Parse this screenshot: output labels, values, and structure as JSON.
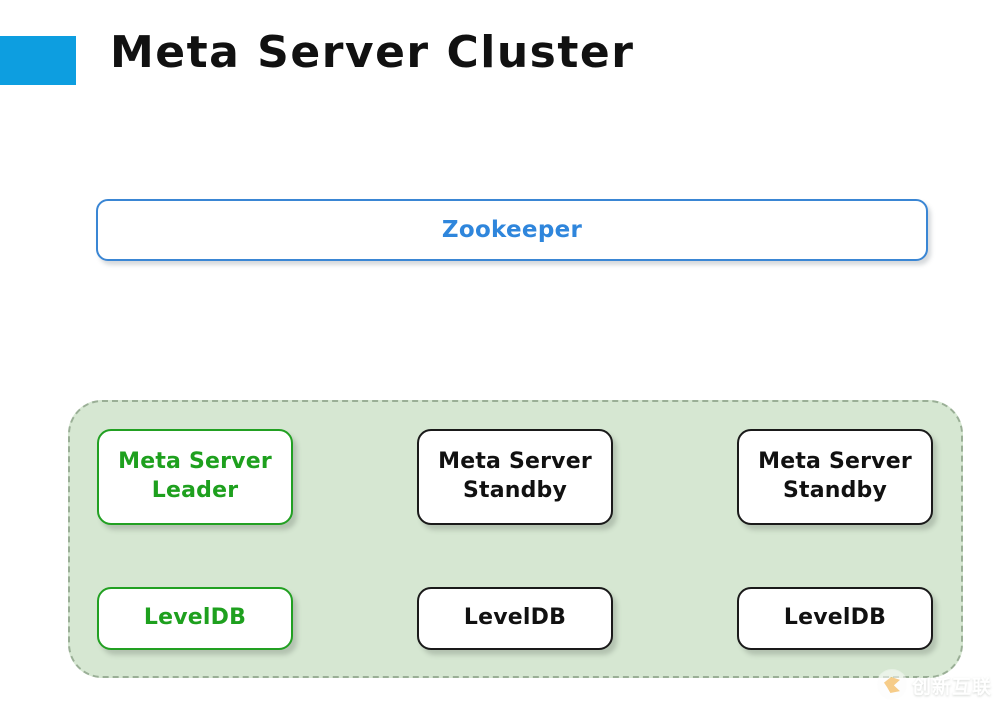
{
  "header": {
    "title": "Meta Server Cluster",
    "accent_color": "#0d9ee0"
  },
  "zookeeper": {
    "label": "Zookeeper",
    "border_color": "#3a86d4",
    "text_color": "#2f86dc"
  },
  "cluster": {
    "fill_color": "#d6e7d2",
    "dash_color": "#9aaf96",
    "leader_color": "#1ea01e",
    "standby_color": "#111111",
    "columns": [
      {
        "server_label": "Meta Server\nLeader",
        "db_label": "LevelDB",
        "role": "leader"
      },
      {
        "server_label": "Meta Server\nStandby",
        "db_label": "LevelDB",
        "role": "standby"
      },
      {
        "server_label": "Meta Server\nStandby",
        "db_label": "LevelDB",
        "role": "standby"
      }
    ]
  },
  "watermark": {
    "text": "创新互联"
  }
}
